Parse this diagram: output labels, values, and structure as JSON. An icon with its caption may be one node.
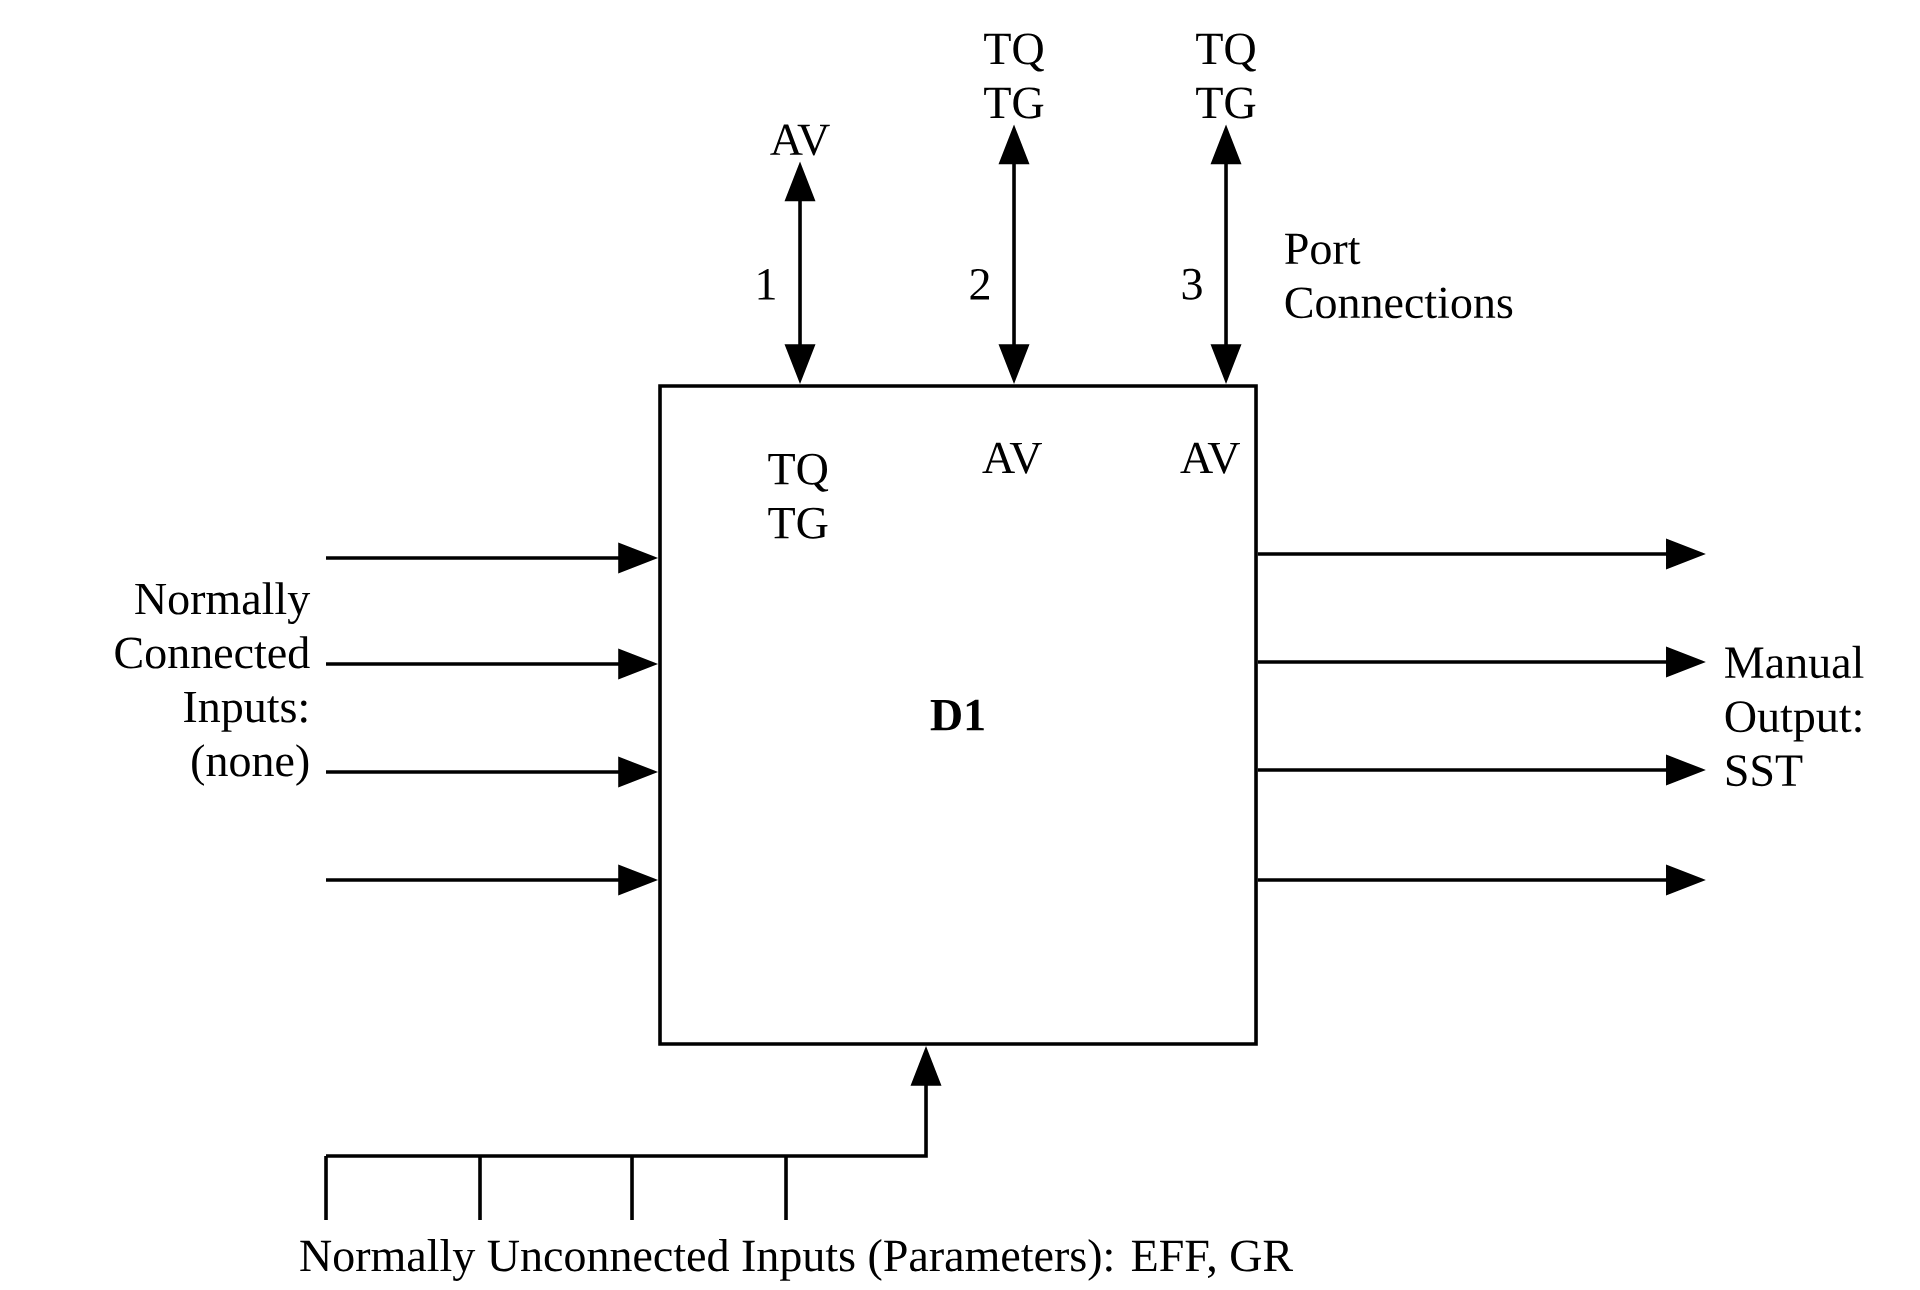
{
  "diagram": {
    "nodes": [
      {
        "text": [
          "D1"
        ]
      },
      {
        "text": [
          "TQ TG"
        ],
        "in": 0
      },
      {
        "text": [
          "AV"
        ],
        "in": 0
      },
      {
        "text": [
          "AV"
        ],
        "in": 0
      },
      {
        "text": [
          "AV"
        ]
      },
      {
        "text": [
          "TQ TG"
        ]
      },
      {
        "text": [
          "TQ TG"
        ]
      }
    ],
    "edges": [
      {
        "from": 0,
        "to": 4,
        "arrow": "both",
        "label": "1"
      },
      {
        "from": 0,
        "to": 5,
        "arrow": "both",
        "label": "2"
      },
      {
        "from": 0,
        "to": 6,
        "arrow": "both",
        "label": "3"
      },
      {
        "from": null,
        "to": 0,
        "arrow": "to"
      },
      {
        "from": null,
        "to": 0,
        "arrow": "to"
      },
      {
        "from": null,
        "to": 0,
        "arrow": "to"
      },
      {
        "from": null,
        "to": 0,
        "arrow": "to"
      },
      {
        "from": 0,
        "to": null,
        "arrow": "to"
      },
      {
        "from": 0,
        "to": null,
        "arrow": "to"
      },
      {
        "from": 0,
        "to": null,
        "arrow": "to"
      },
      {
        "from": 0,
        "to": null,
        "arrow": "to"
      },
      {
        "from": null,
        "to": 0,
        "arrow": "to"
      }
    ],
    "labels": [
      "Port Connections",
      "Normally Connected Inputs: (none)",
      "Manual Output: SST",
      "Normally Unconnected Inputs (Parameters): EFF, GR"
    ]
  }
}
